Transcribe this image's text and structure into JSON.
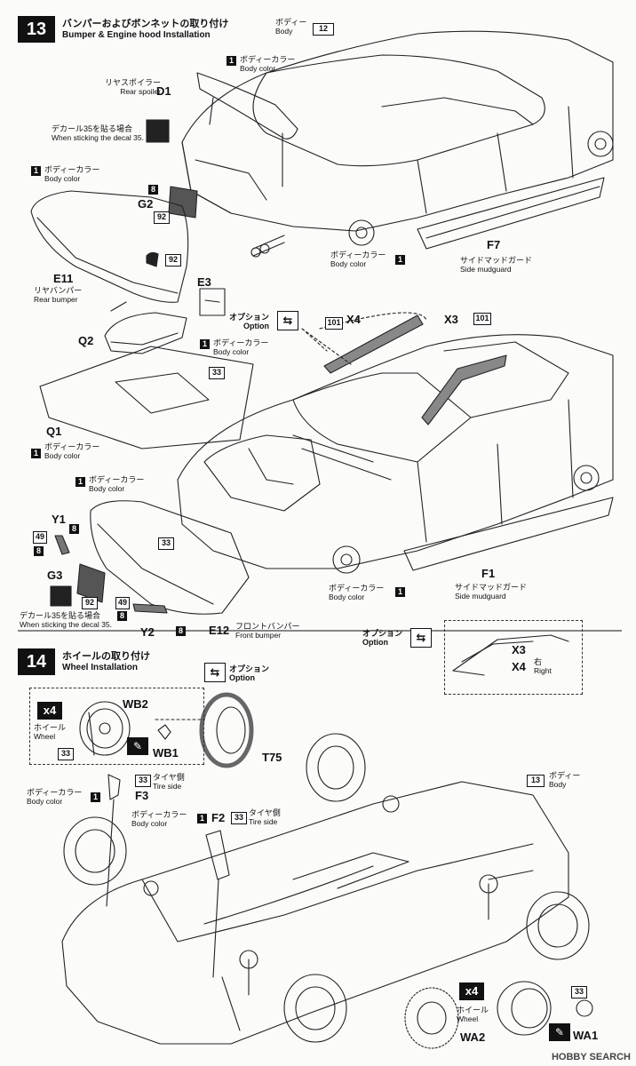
{
  "step13": {
    "number": "13",
    "title_jp": "バンパーおよびボンネットの取り付け",
    "title_en": "Bumper & Engine hood Installation",
    "body_jp": "ボディー",
    "body_en": "Body",
    "body_ref": "12",
    "d1_num": "1",
    "d1_color_jp": "ボディーカラー",
    "d1_color_en": "Body color",
    "rear_spoiler_jp": "リヤスポイラー",
    "rear_spoiler_en": "Rear spoiler",
    "d1": "D1",
    "decal_jp": "デカール35を貼る場合",
    "decal_en": "When sticking the decal 35.",
    "e11_num": "1",
    "e11_color_jp": "ボディーカラー",
    "e11_color_en": "Body color",
    "g2_num": "8",
    "g2": "G2",
    "g2_ref": "92",
    "e11_ref": "92",
    "e11": "E11",
    "e11_jp": "リヤバンパー",
    "e11_en": "Rear bumper",
    "e3": "E3",
    "wheel_num": "1",
    "wheel_color_jp": "ボディーカラー",
    "wheel_color_en": "Body color",
    "f7": "F7",
    "f7_jp": "サイドマッドガード",
    "f7_en": "Side mudguard",
    "option_jp": "オプション",
    "option_en": "Option",
    "ref101a": "101",
    "x4": "X4",
    "x3": "X3",
    "ref101b": "101",
    "q2": "Q2",
    "q2_num": "1",
    "q2_color_jp": "ボディーカラー",
    "q2_color_en": "Body color",
    "q1_ref": "33",
    "q1": "Q1",
    "q1_num": "1",
    "q1_color_jp": "ボディーカラー",
    "q1_color_en": "Body color",
    "e12_num": "1",
    "e12_color_jp": "ボディーカラー",
    "e12_color_en": "Body color",
    "y1": "Y1",
    "y1_a": "8",
    "y1_b": "49",
    "y1_c": "8",
    "e12_ref": "33",
    "g3": "G3",
    "g3_ref": "92",
    "y2_a": "49",
    "y2_b": "8",
    "y2": "Y2",
    "y2_c": "8",
    "decal2_jp": "デカール35を貼る場合",
    "decal2_en": "When sticking the decal 35.",
    "e12": "E12",
    "e12_jp": "フロントバンパー",
    "e12_en": "Front bumper",
    "fw_num": "1",
    "fw_color_jp": "ボディーカラー",
    "fw_color_en": "Body color",
    "f1": "F1",
    "f1_jp": "サイドマッドガード",
    "f1_en": "Side mudguard",
    "opt2_jp": "オプション",
    "opt2_en": "Option",
    "opt2_x3": "X3",
    "opt2_x4": "X4",
    "opt2_right_jp": "右",
    "opt2_right_en": "Right"
  },
  "step14": {
    "number": "14",
    "title_jp": "ホイールの取り付け",
    "title_en": "Wheel Installation",
    "option_jp": "オプション",
    "option_en": "Option",
    "x4a": "x4",
    "wb2": "WB2",
    "wheel_jp": "ホイール",
    "wheel_en": "Wheel",
    "ref33a": "33",
    "wb1": "WB1",
    "t75": "T75",
    "body_ref": "13",
    "body_jp": "ボディー",
    "body_en": "Body",
    "f3_num": "1",
    "f3_color_jp": "ボディーカラー",
    "f3_color_en": "Body color",
    "f3_ref": "33",
    "f3_tire_jp": "タイヤ側",
    "f3_tire_en": "Tire side",
    "f3": "F3",
    "f2_color_jp": "ボディーカラー",
    "f2_color_en": "Body color",
    "f2_num": "1",
    "f2": "F2",
    "f2_ref": "33",
    "f2_tire_jp": "タイヤ側",
    "f2_tire_en": "Tire side",
    "x4b": "x4",
    "ref33b": "33",
    "wheel2_jp": "ホイール",
    "wheel2_en": "Wheel",
    "wa2": "WA2",
    "wa1": "WA1"
  },
  "watermark": "HOBBY SEARCH"
}
